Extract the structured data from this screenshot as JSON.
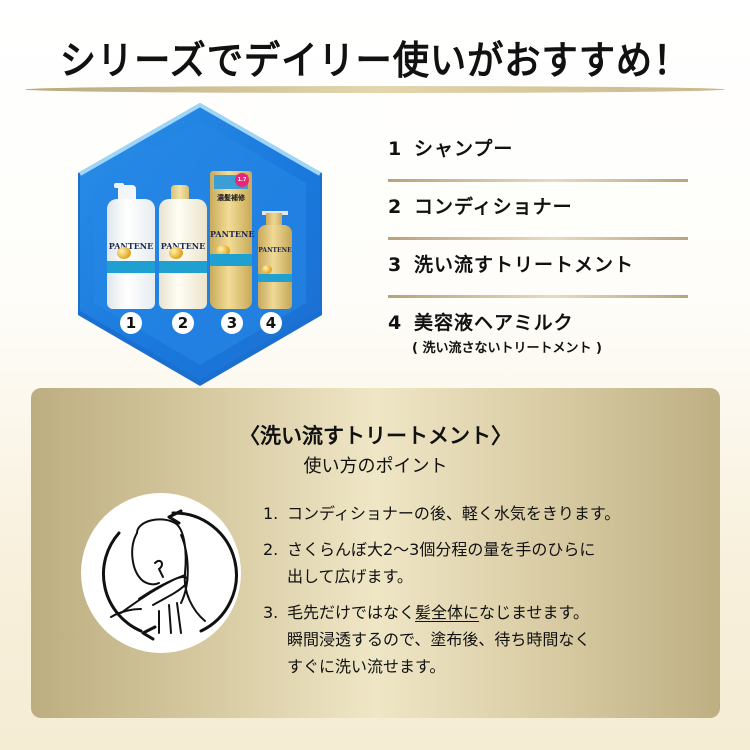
{
  "header": {
    "title": "シリーズでデイリー使いがおすすめ！"
  },
  "colors": {
    "hex_blue": "#1e7fe0",
    "hex_light_edge": "#8fd0f5",
    "gold_panel_center": "#efe6c6",
    "gold_panel_edge": "#bcae80",
    "band_blue": "#1fa0d0"
  },
  "products_image": {
    "brand": "PANTENE",
    "tube_top_text": "濃髪補修",
    "tube_badge": "1.7",
    "badges": [
      "1",
      "2",
      "3",
      "4"
    ]
  },
  "product_list": [
    {
      "number": "1",
      "name": "シャンプー"
    },
    {
      "number": "2",
      "name": "コンディショナー"
    },
    {
      "number": "3",
      "name": "洗い流すトリートメント"
    },
    {
      "number": "4",
      "name": "美容液ヘアミルク",
      "note": "( 洗い流さないトリートメント )"
    }
  ],
  "usage_panel": {
    "title": "〈洗い流すトリートメント〉",
    "subtitle": "使い方のポイント",
    "illustration": "woman-applying-treatment-icon",
    "steps": [
      {
        "number": "1.",
        "text": "コンディショナーの後、軽く水気をきります。"
      },
      {
        "number": "2.",
        "text_line1": "さくらんぼ大2〜3個分程の量を手のひらに",
        "text_line2": "出して広げます。"
      },
      {
        "number": "3.",
        "text_pre": "毛先だけではなく",
        "text_underlined": "髪全体に",
        "text_post": "なじませます。",
        "text_line2": "瞬間浸透するので、塗布後、待ち時間なく",
        "text_line3": "すぐに洗い流せます。"
      }
    ]
  }
}
